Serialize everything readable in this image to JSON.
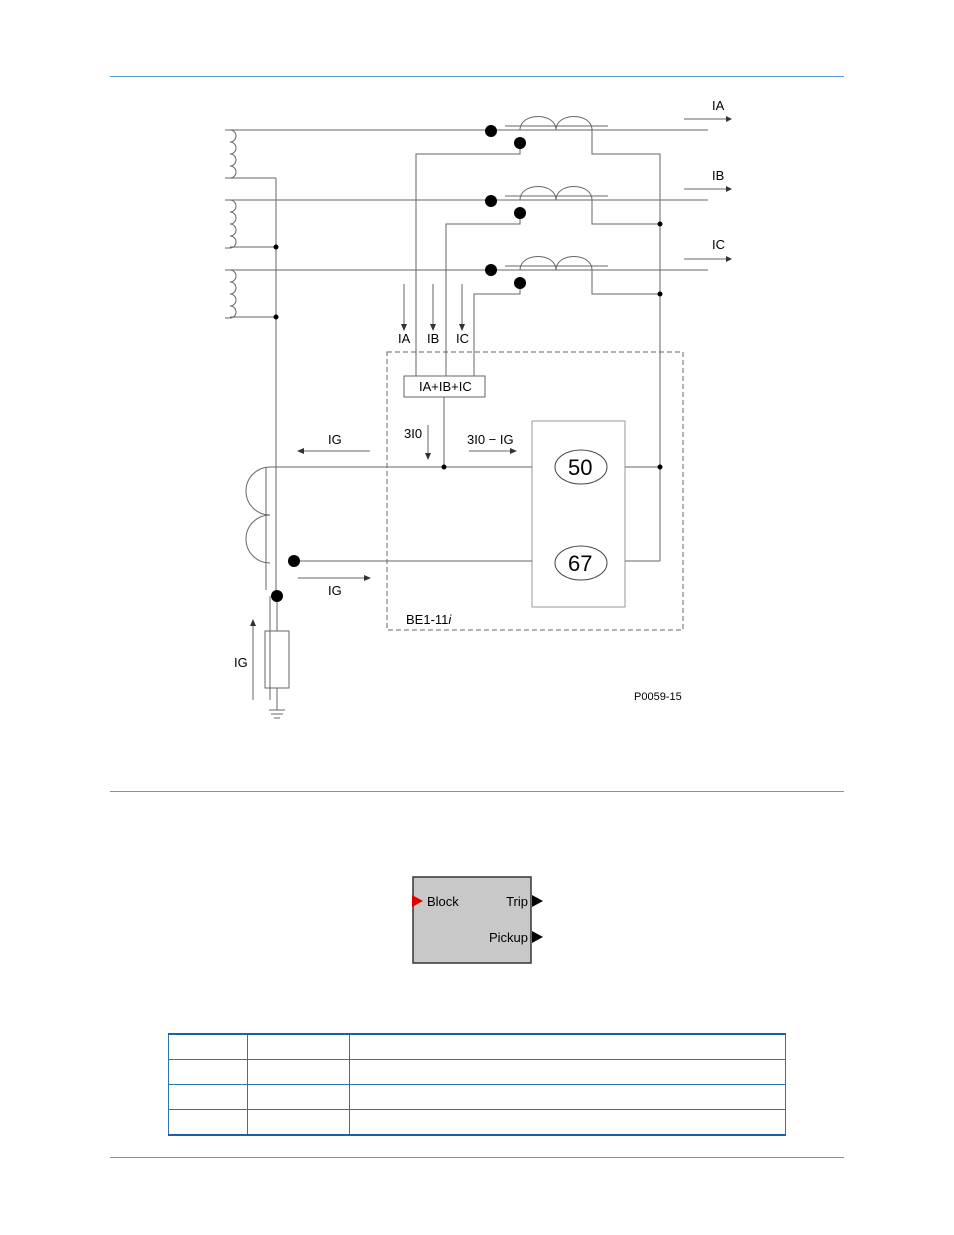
{
  "diagram": {
    "phase_outputs": [
      "IA",
      "IB",
      "IC"
    ],
    "phase_inputs": [
      "IA",
      "IB",
      "IC"
    ],
    "summation_label": "IA+IB+IC",
    "residual_label": "3I0",
    "difference_label": "3I0 − IG",
    "ground_label_top": "IG",
    "ground_label_bottom": "IG",
    "ground_label_resistor": "IG",
    "relay_50": "50",
    "relay_67": "67",
    "device_name": "BE1-11",
    "device_suffix": "i",
    "figure_id": "P0059-15"
  },
  "logic_block": {
    "input_label": "Block",
    "output_trip": "Trip",
    "output_pickup": "Pickup",
    "input_color": "#e00000",
    "output_color": "#000000",
    "fill_color": "#c8c8c8"
  },
  "table": {
    "rows": [
      [
        "",
        "",
        ""
      ],
      [
        "",
        "",
        ""
      ],
      [
        "",
        "",
        ""
      ],
      [
        "",
        "",
        ""
      ]
    ]
  }
}
